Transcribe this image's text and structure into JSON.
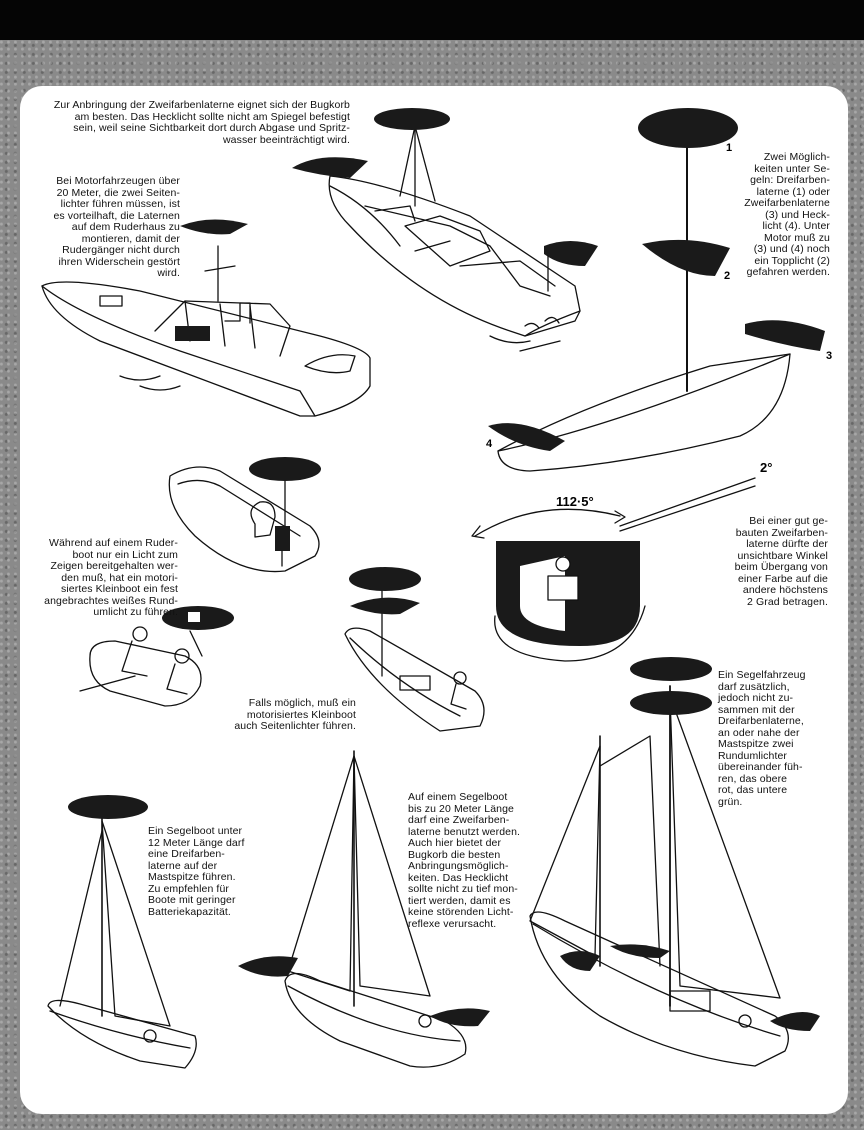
{
  "texts": {
    "t1": "Zur Anbringung der Zweifarbenlaterne eignet sich der Bugkorb\nam besten. Das Hecklicht sollte nicht am Spiegel befestigt\nsein, weil seine Sichtbarkeit dort durch Abgase und Spritz-\nwasser beeinträchtigt wird.",
    "t2": "Bei Motorfahrzeugen über\n20 Meter, die zwei Seiten-\nlichter führen müssen, ist\nes vorteilhaft, die Laternen\nauf dem Ruderhaus zu\nmontieren, damit der\nRudergänger nicht durch\nihren Widerschein gestört\nwird.",
    "t3": "Zwei Möglich-\nkeiten unter Se-\ngeln: Dreifarben-\nlaterne (1) oder\nZweifarbenlaterne\n(3) und Heck-\nlicht (4). Unter\nMotor muß zu\n(3) und (4) noch\nein Topplicht (2)\ngefahren werden.",
    "t4": "Bei einer gut ge-\nbauten Zweifarben-\nlaterne dürfte der\nunsichtbare Winkel\nbeim Übergang von\neiner Farbe auf die\nandere höchstens\n2 Grad betragen.",
    "t5": "Während auf einem Ruder-\nboot nur ein Licht zum\nZeigen bereitgehalten wer-\nden muß, hat ein motori-\nsiertes Kleinboot ein fest\nangebrachtes weißes Rund-\numlicht zu führen.",
    "t6": "Falls möglich, muß ein\nmotorisiertes Kleinboot\nauch Seitenlichter führen.",
    "t7": "Ein Segelfahrzeug\ndarf zusätzlich,\njedoch nicht zu-\nsammen mit der\nDreifarbenlaterne,\nan oder nahe der\nMastspitze zwei\nRundumlichter\nübereinander füh-\nren, das obere\nrot, das untere\ngrün.",
    "t8": "Ein Segelboot unter\n12 Meter Länge darf\neine Dreifarben-\nlaterne auf der\nMastspitze führen.\nZu empfehlen für\nBoote mit geringer\nBatteriekapazität.",
    "t9": "Auf einem Segelboot\nbis zu 20 Meter Länge\ndarf eine Zweifarben-\nlaterne benutzt werden.\nAuch hier bietet der\nBugkorb die besten\nAnbringungsmöglich-\nkeiten. Das Hecklicht\nsollte nicht zu tief mon-\ntiert werden, damit es\nkeine störenden Licht-\nreflexe verursacht."
  },
  "labels": {
    "n1": "1",
    "n2": "2",
    "n3": "3",
    "n4": "4",
    "angle": "112·5°",
    "deg2": "2°"
  },
  "colors": {
    "ink": "#111111",
    "light_disc": "#1a1a1a",
    "paper": "#ffffff",
    "border": "#8e8e8e"
  }
}
